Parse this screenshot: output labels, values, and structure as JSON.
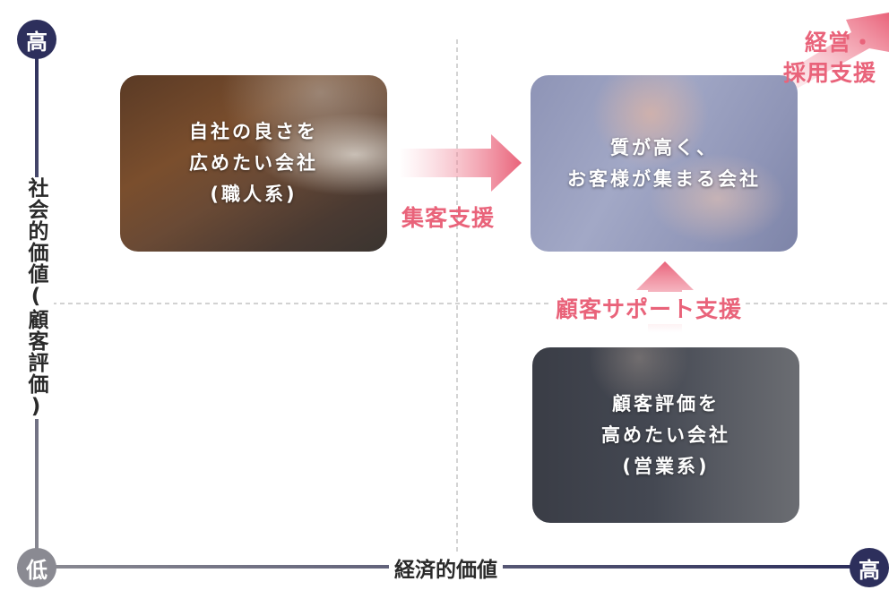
{
  "axes": {
    "y_title": "社会的価値(顧客評価)",
    "x_title": "経済的価値",
    "y_top_label": "高",
    "origin_label": "低",
    "x_right_label": "高"
  },
  "cards": {
    "artisan": "自社の良さを\n広めたい会社\n(職人系)",
    "quality": "質が高く、\nお客様が集まる会社",
    "sales": "顧客評価を\n高めたい会社\n(営業系)"
  },
  "arrows": {
    "attract_support": "集客支援",
    "customer_support": "顧客サポート支援",
    "management_line1": "経営・",
    "management_line2": "採用支援"
  },
  "colors": {
    "axis_dark": "#2d2f5c",
    "axis_gray": "#8a8a92",
    "accent_pink": "#e9637a",
    "divider": "#b8b8b8"
  }
}
